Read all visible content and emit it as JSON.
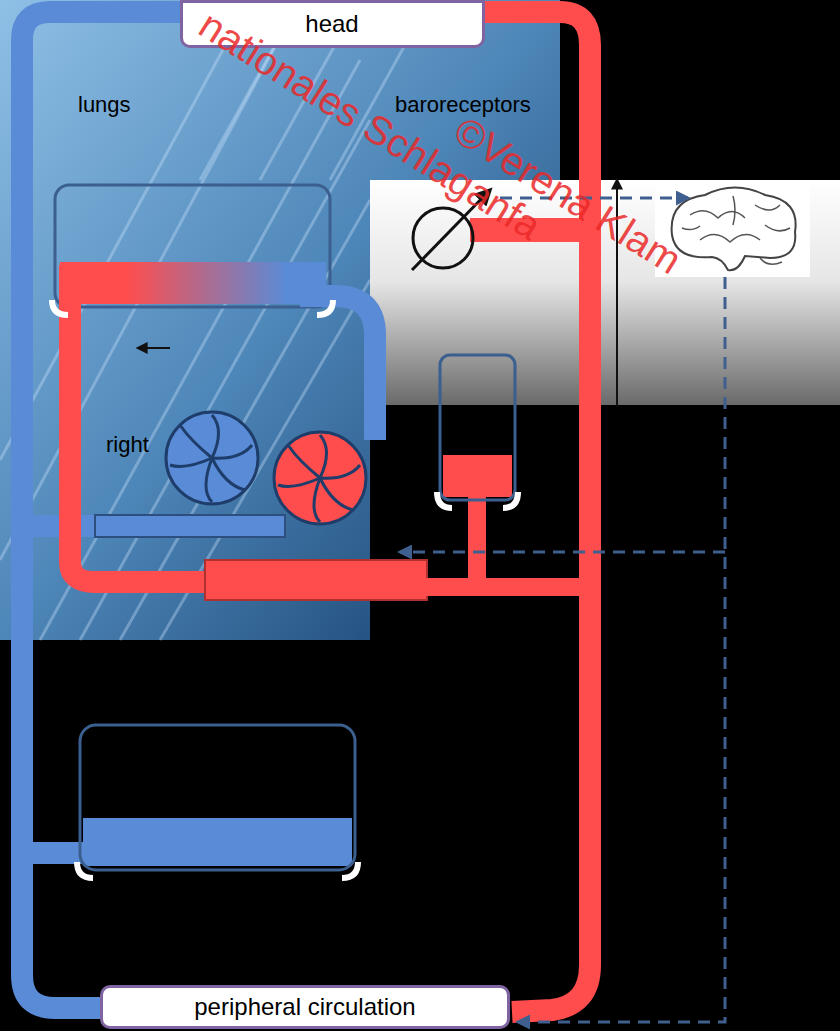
{
  "diagram": {
    "nodes": [
      {
        "text": [
          "head"
        ]
      },
      {
        "text": [
          "peripheral circulation"
        ]
      }
    ],
    "labels": [
      "lungs",
      "baroreceptors",
      "right",
      "nationales Schlaganfa",
      "©Verena Klam"
    ]
  }
}
